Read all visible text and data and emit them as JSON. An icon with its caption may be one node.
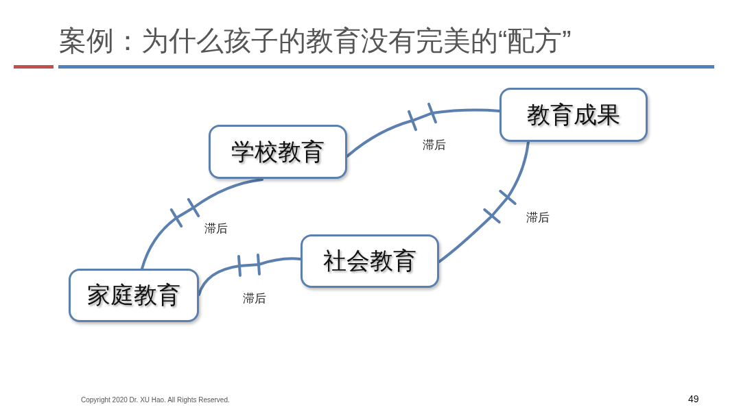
{
  "diagram": {
    "title": "案例：为什么孩子的教育没有完美的“配方”",
    "nodes": [
      {
        "text": [
          "教育成果"
        ]
      },
      {
        "text": [
          "学校教育"
        ]
      },
      {
        "text": [
          "社会教育"
        ]
      },
      {
        "text": [
          "家庭教育"
        ]
      }
    ],
    "edges": [
      {
        "from": 3,
        "to": 1,
        "arrow": "none",
        "label": "滞后"
      },
      {
        "from": 1,
        "to": 0,
        "arrow": "none",
        "label": "滞后"
      },
      {
        "from": 3,
        "to": 2,
        "arrow": "none",
        "label": "滞后"
      },
      {
        "from": 2,
        "to": 0,
        "arrow": "none",
        "label": "滞后"
      }
    ],
    "labels": [
      "Copyright 2020 Dr. XU Hao. All Rights Reserved.",
      "49"
    ]
  }
}
